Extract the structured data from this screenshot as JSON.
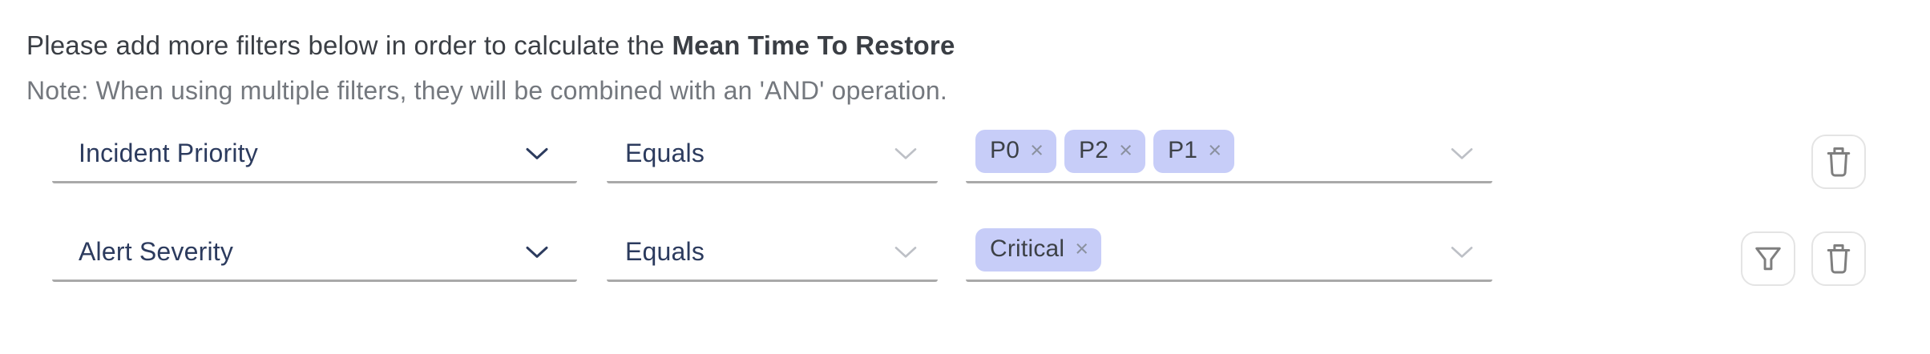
{
  "header": {
    "instruction_prefix": "Please add more filters below in order to calculate the ",
    "instruction_metric": "Mean Time To Restore",
    "note": "Note: When using multiple filters, they will be combined with an 'AND' operation."
  },
  "glyphs": {
    "remove": "×"
  },
  "rows": [
    {
      "field": "Incident Priority",
      "operator": "Equals",
      "values": [
        "P0",
        "P2",
        "P1"
      ],
      "actions": [
        "delete"
      ]
    },
    {
      "field": "Alert Severity",
      "operator": "Equals",
      "values": [
        "Critical"
      ],
      "actions": [
        "filter",
        "delete"
      ]
    }
  ],
  "colors": {
    "bg": "#ffffff",
    "title-text": "#3a3e44",
    "note-text": "#74787e",
    "field-text": "#2c3b5e",
    "underline": "#a9a9a9",
    "chevron-dark": "#2c3b5e",
    "chevron-light": "#bdc0c6",
    "tag-bg": "#c7cdf8",
    "tag-text": "#3d4147",
    "tag-remove": "#8b91a0",
    "button-border": "#e4e4e4",
    "button-icon": "#7f7f7f"
  }
}
